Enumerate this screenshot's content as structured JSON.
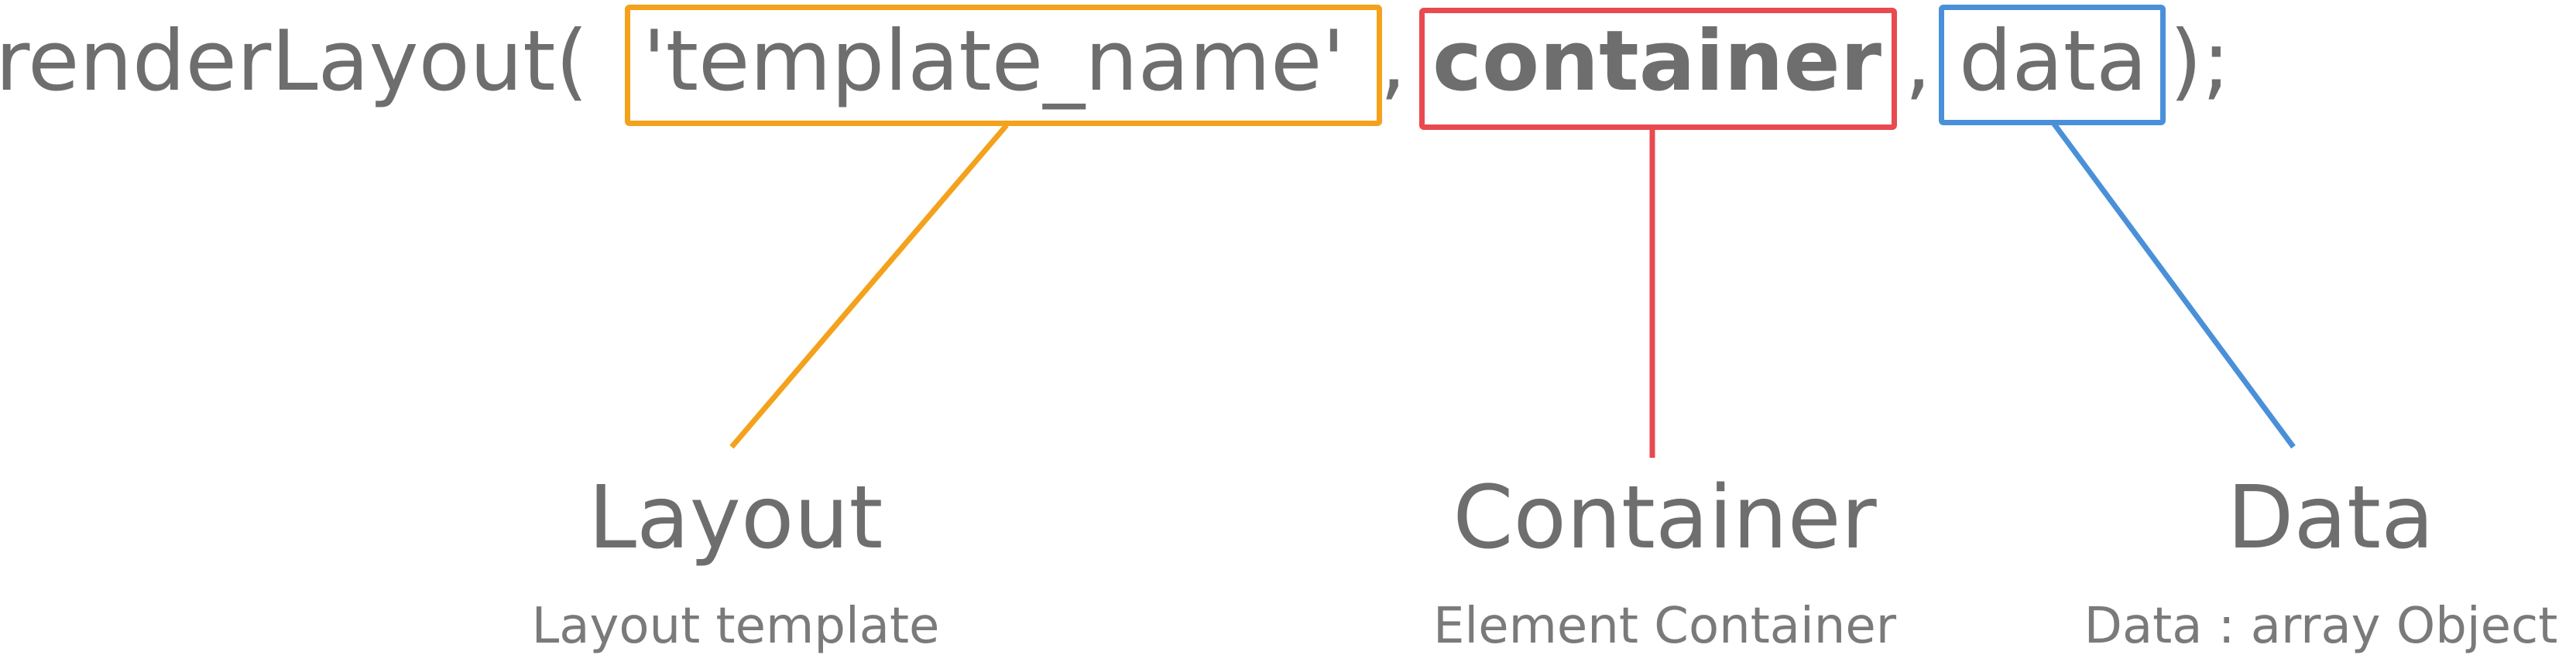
{
  "code": {
    "function_name": "renderLayout(",
    "arg_template": "'template_name'",
    "sep1": ",",
    "arg_container": "container",
    "sep2": ",",
    "arg_data": "data",
    "closing": ");"
  },
  "labels": {
    "layout": {
      "title": "Layout",
      "subtitle": "Layout template"
    },
    "container": {
      "title": "Container",
      "subtitle": "Element Container"
    },
    "data": {
      "title": "Data",
      "subtitle": "Data : array Object"
    }
  },
  "colors": {
    "layout": "#f4a11c",
    "container": "#e84a4f",
    "data": "#4a90d9",
    "text": "#6e6e6e"
  }
}
